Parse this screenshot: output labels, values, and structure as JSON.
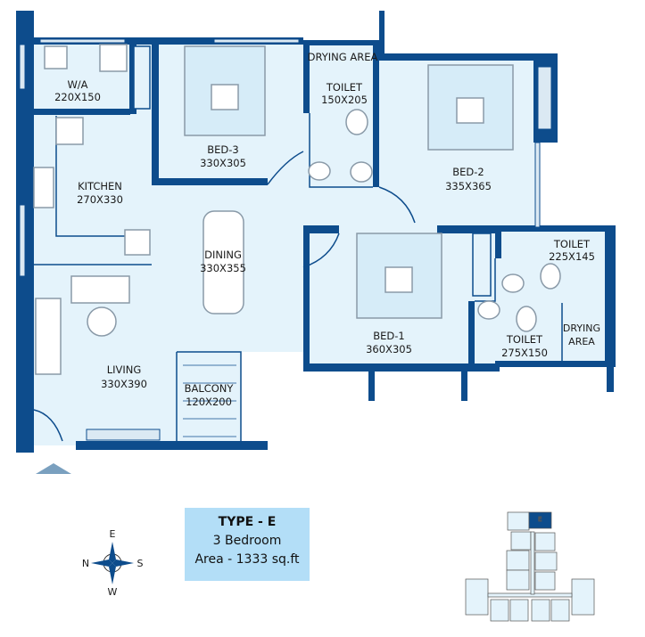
{
  "plan": {
    "rooms": [
      {
        "name": "W/A",
        "size": "220X150"
      },
      {
        "name": "BED-3",
        "size": "330X305"
      },
      {
        "name": "DRYING AREA",
        "size": ""
      },
      {
        "name": "TOILET",
        "size": "150X205"
      },
      {
        "name": "BED-2",
        "size": "335X365"
      },
      {
        "name": "KITCHEN",
        "size": "270X330"
      },
      {
        "name": "DINING",
        "size": "330X355"
      },
      {
        "name": "TOILET",
        "size": "225X145"
      },
      {
        "name": "BED-1",
        "size": "360X305"
      },
      {
        "name": "TOILET",
        "size": "275X150"
      },
      {
        "name": "DRYING",
        "size": "AREA"
      },
      {
        "name": "LIVING",
        "size": "330X390"
      },
      {
        "name": "BALCONY",
        "size": "120X200"
      }
    ],
    "colors": {
      "wall": "#0d4c8c",
      "floor": "#e4f3fb",
      "furniture": "#8a9aa8"
    }
  },
  "info": {
    "type": "TYPE - E",
    "bedrooms": "3 Bedroom",
    "area": "Area - 1333 sq.ft",
    "bg": "#b3def7"
  },
  "compass": {
    "n": "N",
    "e": "E",
    "s": "S",
    "w": "W"
  },
  "key_plan": {
    "unit": "E",
    "highlight": "#0d4c8c"
  }
}
